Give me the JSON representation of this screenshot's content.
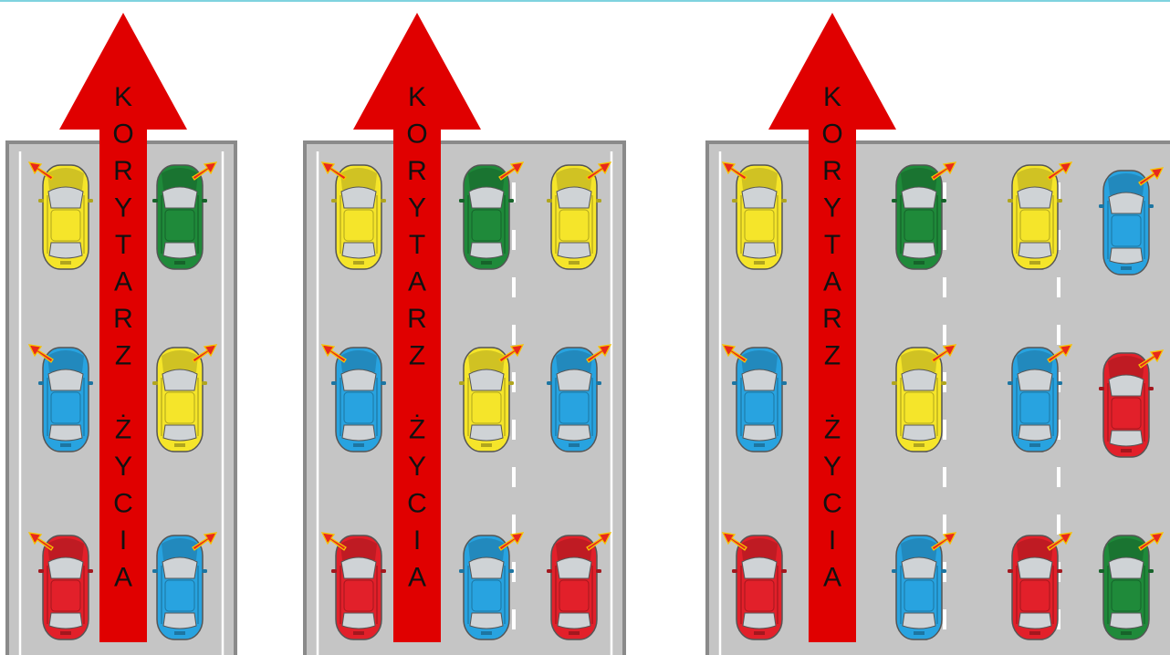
{
  "arrow_text": {
    "letters": [
      "K",
      "O",
      "R",
      "Y",
      "T",
      "A",
      "R",
      "Z",
      "",
      "Ż",
      "Y",
      "C",
      "I",
      "A"
    ]
  },
  "colors": {
    "yellow": "#f5e52a",
    "green": "#1f8a3a",
    "blue": "#28a3e0",
    "red": "#e2202a",
    "road": "#c5c5c5",
    "arrow": "#e00000",
    "turn_signal": "#e8281c"
  },
  "panels": [
    {
      "name": "two-lane-road",
      "cars": [
        [
          "yellow",
          "green"
        ],
        [
          "blue",
          "yellow"
        ],
        [
          "red",
          "blue"
        ]
      ]
    },
    {
      "name": "three-lane-road",
      "cars": [
        [
          "yellow",
          "green",
          "yellow"
        ],
        [
          "blue",
          "yellow",
          "blue"
        ],
        [
          "red",
          "blue",
          "red"
        ]
      ]
    },
    {
      "name": "four-lane-road",
      "cars": [
        [
          "yellow",
          "green",
          "yellow",
          "blue"
        ],
        [
          "blue",
          "yellow",
          "blue",
          "red"
        ],
        [
          "red",
          "blue",
          "red",
          "green"
        ]
      ]
    }
  ]
}
